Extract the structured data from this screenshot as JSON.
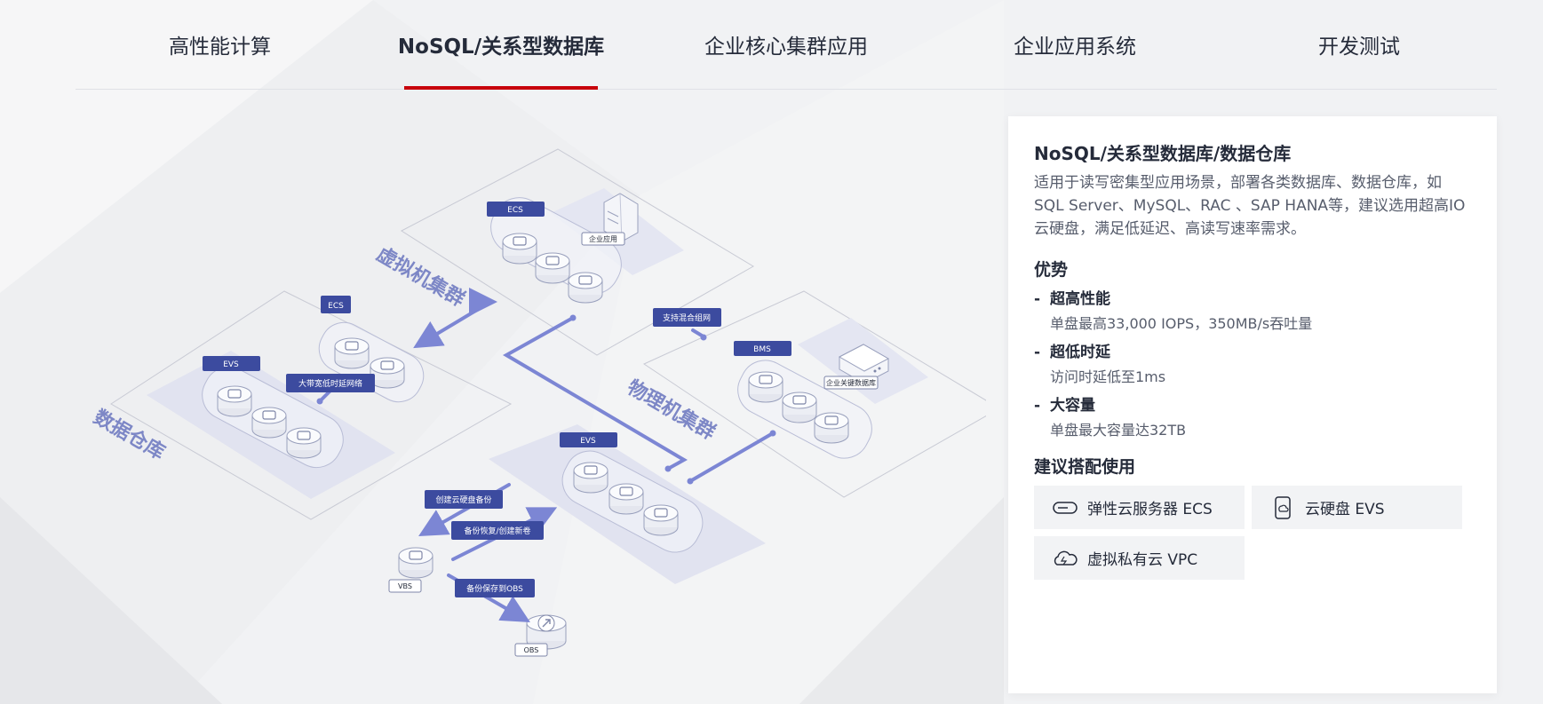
{
  "tabs": [
    {
      "label": "高性能计算",
      "active": false
    },
    {
      "label": "NoSQL/关系型数据库",
      "active": true
    },
    {
      "label": "企业核心集群应用",
      "active": false
    },
    {
      "label": "企业应用系统",
      "active": false
    },
    {
      "label": "开发测试",
      "active": false
    }
  ],
  "diagram": {
    "zone_vm": "虚拟机集群",
    "zone_dw": "数据仓库",
    "zone_bm": "物理机集群",
    "tag_ecs_top": "ECS",
    "tag_ecs_left": "ECS",
    "tag_evs_left": "EVS",
    "tag_evs_bottom": "EVS",
    "tag_bms": "BMS",
    "label_enterprise_app": "企业应用",
    "label_key_db": "企业关键数据库",
    "label_low_latency": "大带宽低时延网络",
    "label_hybrid": "支持混合组网",
    "label_create_backup": "创建云硬盘备份",
    "label_restore": "备份恢复/创建新卷",
    "label_to_obs": "备份保存到OBS",
    "label_vbs": "VBS",
    "label_obs": "OBS"
  },
  "card": {
    "title": "NoSQL/关系型数据库/数据仓库",
    "desc": "适用于读写密集型应用场景，部署各类数据库、数据仓库，如SQL Server、MySQL、RAC 、SAP HANA等，建议选用超高IO云硬盘，满足低延迟、高读写速率需求。",
    "advantages_title": "优势",
    "advantages": [
      {
        "dash": "-",
        "title": "超高性能",
        "desc": "单盘最高33,000 IOPS，350MB/s吞吐量"
      },
      {
        "dash": "-",
        "title": "超低时延",
        "desc": "访问时延低至1ms"
      },
      {
        "dash": "-",
        "title": "大容量",
        "desc": "单盘最大容量达32TB"
      }
    ],
    "recommend_title": "建议搭配使用",
    "products": [
      {
        "label": "弹性云服务器 ECS",
        "icon": "server-icon"
      },
      {
        "label": "云硬盘 EVS",
        "icon": "cloud-disk-icon"
      },
      {
        "label": "虚拟私有云 VPC",
        "icon": "cloud-icon"
      }
    ]
  },
  "colors": {
    "accent": "#c7000b",
    "tag_blue": "#3c4b9f",
    "zone_text": "#7d87c6",
    "zone_fill": "#e1e3f0",
    "arrow": "#7c86d4"
  }
}
